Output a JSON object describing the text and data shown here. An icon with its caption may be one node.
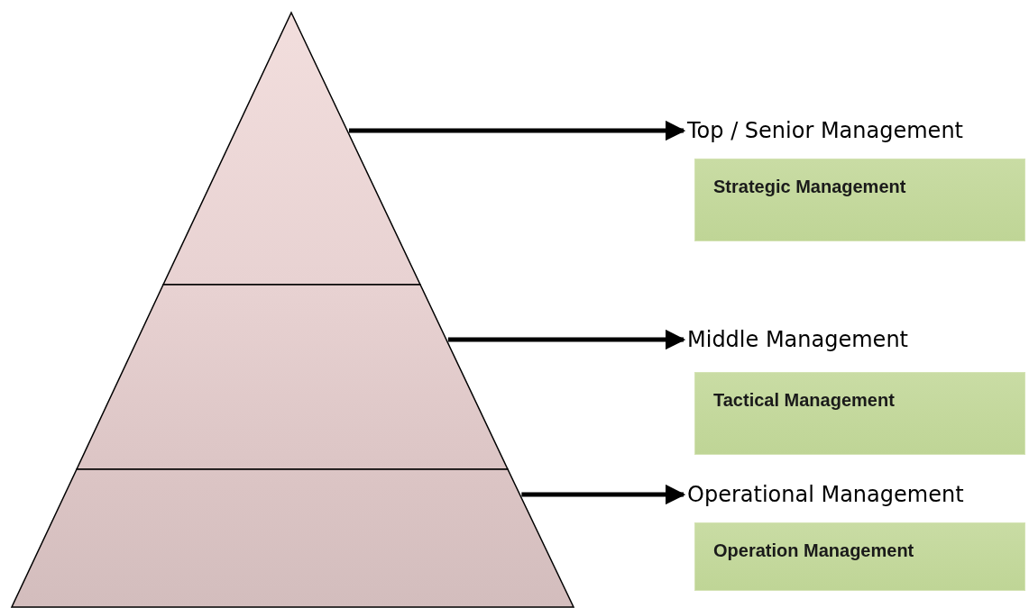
{
  "diagram": {
    "nodes": [
      {
        "text": [],
        "shape": "triangle"
      },
      {
        "text": [],
        "shape": "band"
      },
      {
        "text": [],
        "shape": "band"
      },
      {
        "text": [
          "Top / Senior Management"
        ]
      },
      {
        "text": [
          "Strategic Management"
        ]
      },
      {
        "text": [
          "Middle Management"
        ]
      },
      {
        "text": [
          "Tactical Management"
        ]
      },
      {
        "text": [
          "Operational Management"
        ]
      },
      {
        "text": [
          "Operation Management"
        ]
      }
    ],
    "edges": [
      {
        "from": 0,
        "to": 3,
        "arrow": "to"
      },
      {
        "from": 1,
        "to": 5,
        "arrow": "to"
      },
      {
        "from": 2,
        "to": 7,
        "arrow": "to"
      }
    ]
  }
}
